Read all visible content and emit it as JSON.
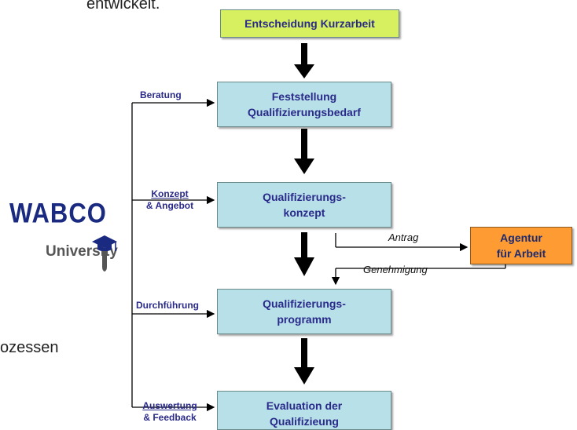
{
  "background_fragments": {
    "top_left": "entwickelt.",
    "mid_left": "ozessen"
  },
  "logo": {
    "brand": "WABCO",
    "sub": "University"
  },
  "boxes": {
    "decision": "Entscheidung Kurzarbeit",
    "needs_line1": "Feststellung",
    "needs_line2": "Qualifizierungsbedarf",
    "concept_line1": "Qualifizierungs-",
    "concept_line2": "konzept",
    "program_line1": "Qualifizierungs-",
    "program_line2": "programm",
    "evaluation_line1": "Evaluation der",
    "evaluation_line2": "Qualifizieung",
    "agency_line1": "Agentur",
    "agency_line2": "für Arbeit"
  },
  "side_labels": {
    "beratung": "Beratung",
    "konzept_line1": "Konzept",
    "konzept_line2": "& Angebot",
    "durchfuehrung": "Durchführung",
    "auswertung_line1": "Auswertung",
    "auswertung_line2": "& Feedback"
  },
  "flow_labels": {
    "antrag": "Antrag",
    "genehmigung": "Genehmigung"
  },
  "colors": {
    "decision_fill": "#d6f060",
    "step_fill": "#b8e0e8",
    "agency_fill": "#ff9b33",
    "text": "#2a2a8a"
  }
}
